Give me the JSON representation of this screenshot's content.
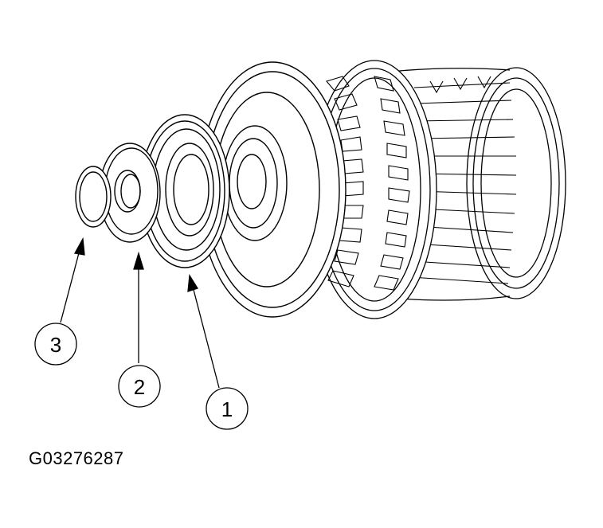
{
  "callouts": [
    {
      "label": "1"
    },
    {
      "label": "2"
    },
    {
      "label": "3"
    }
  ],
  "figure_id": "G03276287",
  "colors": {
    "line": "#000000",
    "background": "#ffffff",
    "shade": "#d8d8d8"
  }
}
